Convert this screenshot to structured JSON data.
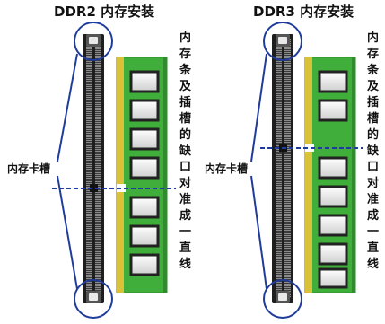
{
  "panels": [
    {
      "title": "DDR2 内存安装",
      "side_label": "内存卡槽",
      "chars": [
        "内",
        "存",
        "条",
        "及",
        "插",
        "槽",
        "的",
        "缺",
        "口",
        "对",
        "准",
        "成",
        "一",
        "直",
        "线"
      ]
    },
    {
      "title": "DDR3 内存安装",
      "side_label": "内存卡槽",
      "chars": [
        "内",
        "存",
        "条",
        "及",
        "插",
        "槽",
        "的",
        "缺",
        "口",
        "对",
        "准",
        "成",
        "一",
        "直",
        "线"
      ]
    }
  ],
  "colors": {
    "pcb": "#3fae3a",
    "pcb_dark": "#2e8c2b",
    "contact": "#d9c23a",
    "chip_border": "#222222",
    "chip_fill": "#eeeeee",
    "slot": "#2b2b2b",
    "callout": "#1f3c9a",
    "guide": "#1f3c9a"
  }
}
